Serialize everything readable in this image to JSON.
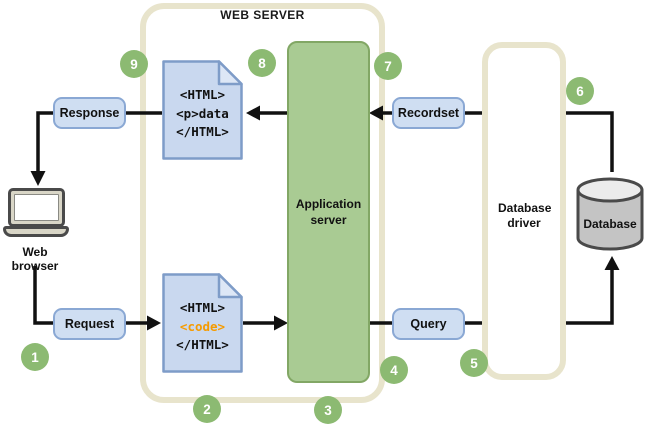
{
  "diagram": {
    "web_server": {
      "title": "WEB SERVER"
    },
    "app_server": {
      "label": "Application server"
    },
    "db_driver": {
      "label": "Database driver"
    },
    "database": {
      "label": "Database"
    },
    "web_browser": {
      "label": "Web browser"
    },
    "boxes": {
      "response": "Response",
      "request": "Request",
      "recordset": "Recordset",
      "query": "Query"
    },
    "documents": {
      "response_doc": {
        "lines": [
          "<HTML>",
          "<p>data",
          "</HTML>"
        ]
      },
      "request_doc": {
        "lines": [
          "<HTML>",
          "<code>",
          "</HTML>"
        ]
      }
    },
    "steps": [
      "1",
      "2",
      "3",
      "4",
      "5",
      "6",
      "7",
      "8",
      "9"
    ]
  },
  "colors": {
    "step_circle_green": "#8cba72",
    "app_server_green": "#a9cb93",
    "app_server_border": "#82a765",
    "container_beige": "#e8e4cc",
    "document_blue": "#c9d8ef",
    "document_border": "#7e9cc8",
    "document_fold": "#dde7f6",
    "box_blue": "#cfdef2",
    "box_border": "#8aa8d4",
    "code_orange": "#f59b00",
    "line_black": "#111111",
    "database_gray": "#c4c4c4",
    "database_top_gray": "#ececec",
    "laptop_beige": "#d9d6c7"
  }
}
